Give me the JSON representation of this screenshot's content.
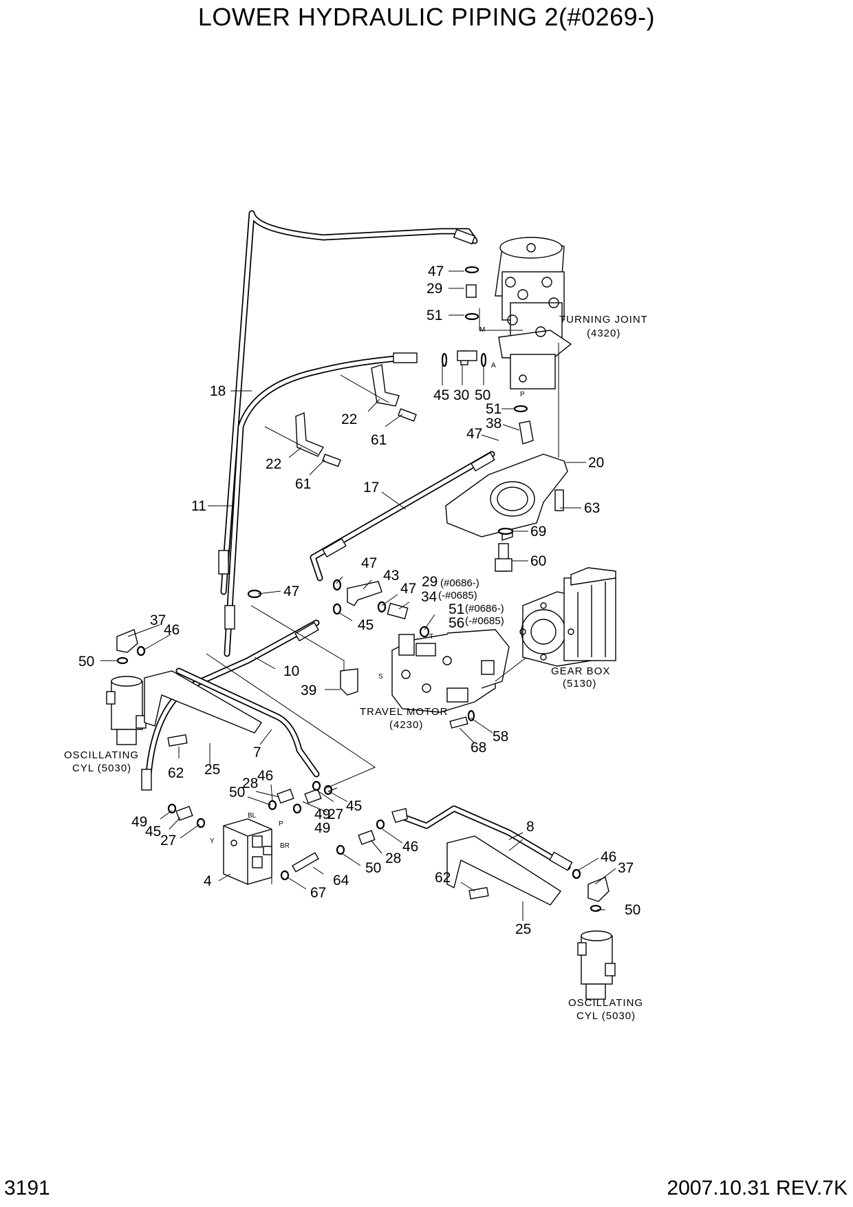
{
  "title": "LOWER HYDRAULIC PIPING 2(#0269-)",
  "footer": {
    "page_number": "3191",
    "revision": "2007.10.31  REV.7K"
  },
  "components": {
    "turning_joint": [
      "TURNING JOINT",
      "(4320)"
    ],
    "gear_box": [
      "GEAR BOX",
      "(5130)"
    ],
    "travel_motor": [
      "TRAVEL MOTOR",
      "(4230)"
    ],
    "osc_cyl_left": [
      "OSCILLATING",
      "CYL (5030)"
    ],
    "osc_cyl_right": [
      "OSCILLATING",
      "CYL (5030)"
    ]
  },
  "ports": {
    "M": "M",
    "A": "A",
    "P": "P",
    "T": "T",
    "S": "S",
    "BL": "BL",
    "BR": "BR",
    "Y": "Y",
    "P2": "P"
  },
  "notes": {
    "n29": "(#0686-)",
    "n34": "(-#0685)",
    "n51": "(#0686-)",
    "n56": "(-#0685)"
  },
  "callouts": [
    "47",
    "29",
    "51",
    "45",
    "30",
    "50",
    "51",
    "38",
    "47",
    "20",
    "63",
    "69",
    "60",
    "18",
    "22",
    "61",
    "22",
    "61",
    "11",
    "17",
    "47",
    "43",
    "47",
    "29",
    "34",
    "51",
    "56",
    "47",
    "45",
    "37",
    "46",
    "50",
    "10",
    "39",
    "58",
    "68",
    "7",
    "25",
    "62",
    "46",
    "28",
    "50",
    "27",
    "45",
    "49",
    "45",
    "27",
    "49",
    "8",
    "28",
    "46",
    "50",
    "64",
    "67",
    "4",
    "46",
    "37",
    "62",
    "50",
    "25"
  ]
}
